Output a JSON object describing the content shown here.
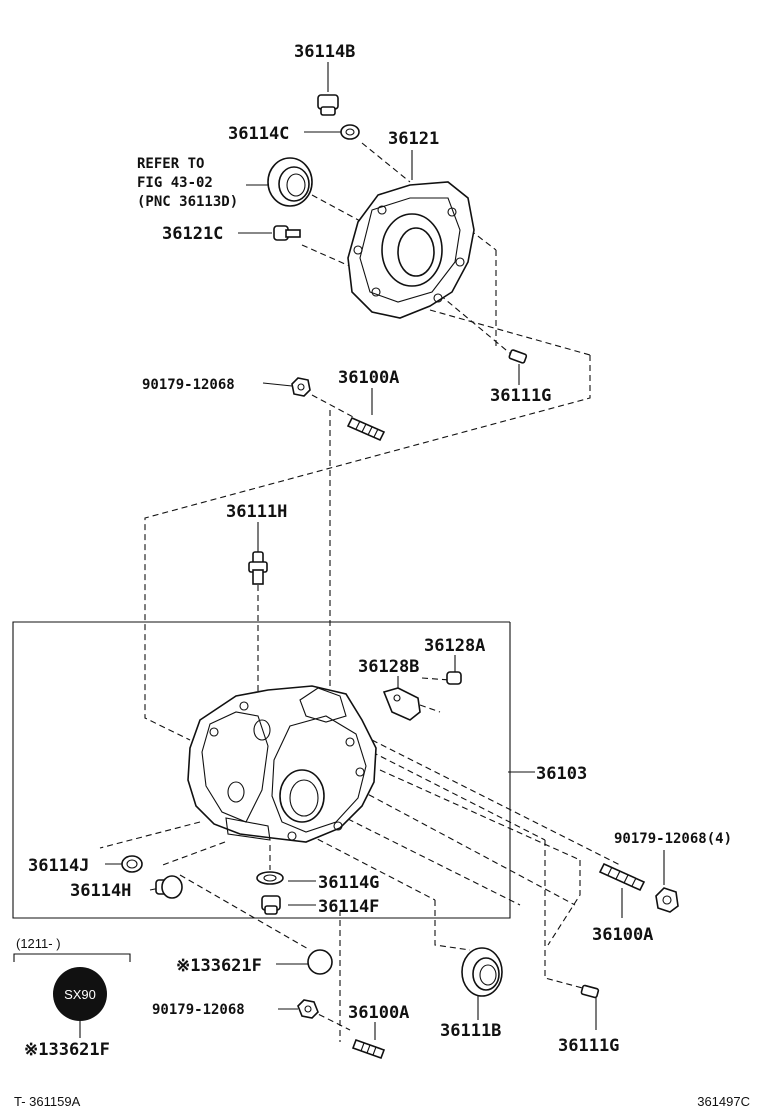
{
  "labels": {
    "l36114B": "36114B",
    "l36114C": "36114C",
    "l36121": "36121",
    "refer1": "REFER TO",
    "refer2": "FIG 43-02",
    "refer3": "(PNC 36113D)",
    "l36121C": "36121C",
    "l90179a": "90179-12068",
    "l36100A_top": "36100A",
    "l36111G_top": "36111G",
    "l36111H": "36111H",
    "l36128A": "36128A",
    "l36128B": "36128B",
    "l36103": "36103",
    "l90179_4": "90179-12068(4)",
    "l36114J": "36114J",
    "l36114H": "36114H",
    "l36114G": "36114G",
    "l36114F": "36114F",
    "l36100A_right": "36100A",
    "l33621F_mid": "※133621F",
    "l90179b": "90179-12068",
    "l36100A_bottom": "36100A",
    "l36111B": "36111B",
    "l36111G_bottom": "36111G",
    "date_note": "(1211-     )",
    "sx90": "SX90",
    "l33621F_bottom": "※133621F",
    "footer_left": "T- 361159A",
    "footer_right": "361497C"
  }
}
